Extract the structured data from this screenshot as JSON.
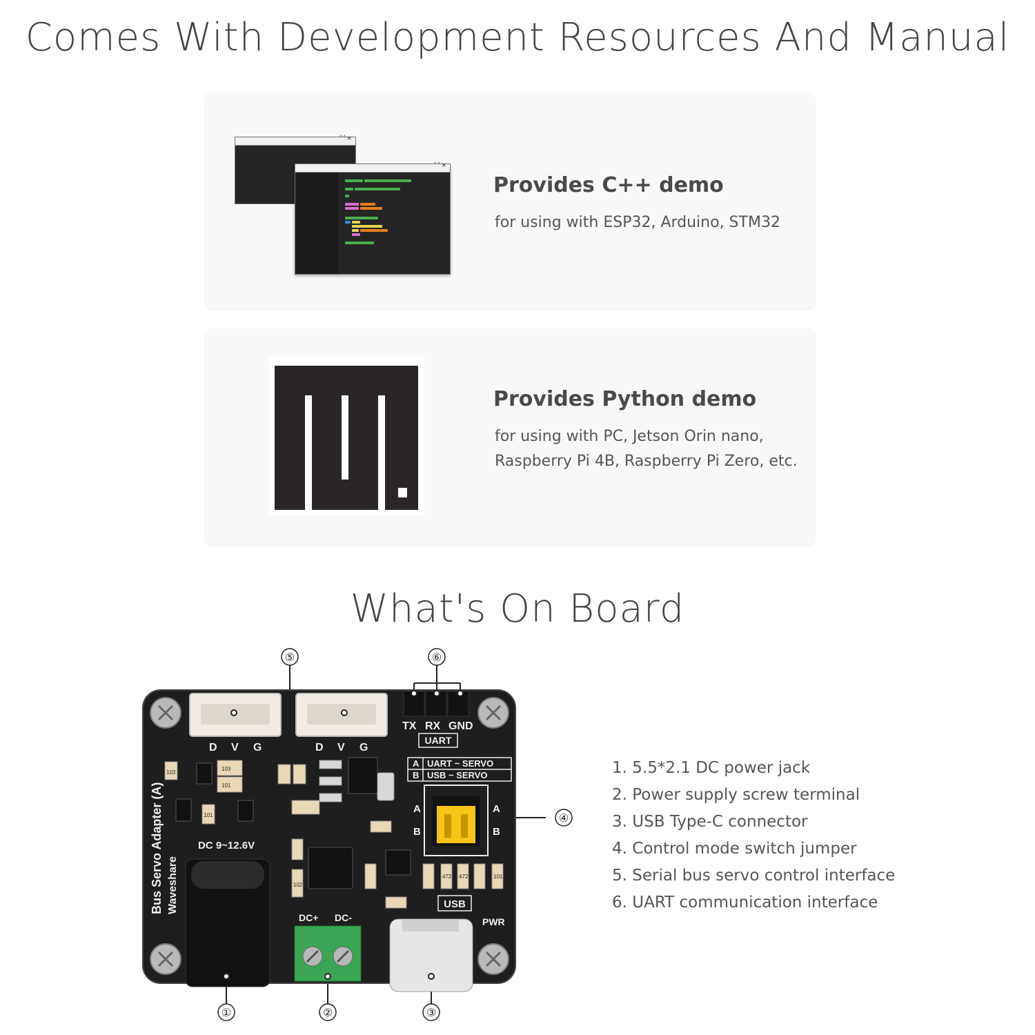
{
  "headings": {
    "resources": "Comes With Development Resources And Manual",
    "board": "What's On Board"
  },
  "cards": {
    "cpp": {
      "title": "Provides C++ demo",
      "desc": "for using with ESP32, Arduino, STM32",
      "window_controls": "˅˄×"
    },
    "python": {
      "title": "Provides Python demo",
      "desc": "for using with PC, Jetson Orin nano, Raspberry Pi 4B, Raspberry Pi Zero, etc.",
      "logo": "micropython-logo"
    }
  },
  "board": {
    "callouts": [
      "①",
      "②",
      "③",
      "④",
      "⑤",
      "⑥"
    ],
    "silkscreen": {
      "servo_pins": [
        "D",
        "V",
        "G"
      ],
      "uart_pins": [
        "TX",
        "RX",
        "GND"
      ],
      "uart": "UART",
      "mode_a": "A",
      "mode_b": "B",
      "mode_a_desc": "UART ~ SERVO",
      "mode_b_desc": "USB ~ SERVO",
      "product": "Bus Servo Adapter (A)",
      "brand": "Waveshare",
      "dc_label": "DC 9~12.6V",
      "dc_plus": "DC+",
      "dc_minus": "DC-",
      "usb": "USB",
      "pwr": "PWR",
      "res_labels": [
        "103",
        "103",
        "101",
        "101",
        "102",
        "472",
        "472",
        "101"
      ]
    }
  },
  "features": [
    "1. 5.5*2.1 DC power jack",
    "2. Power supply screw terminal",
    "3. USB Type-C connector",
    "4. Control mode switch jumper",
    "5. Serial bus servo control interface",
    "6. UART communication interface"
  ],
  "colors": {
    "pcb": "#1e1e1e",
    "code_green": "#4caf50",
    "code_pink": "#d96fd0",
    "code_orange": "#e67e22",
    "code_yellow": "#e8d44d",
    "jumper_yellow": "#f5c518",
    "terminal_green": "#3aa655"
  }
}
